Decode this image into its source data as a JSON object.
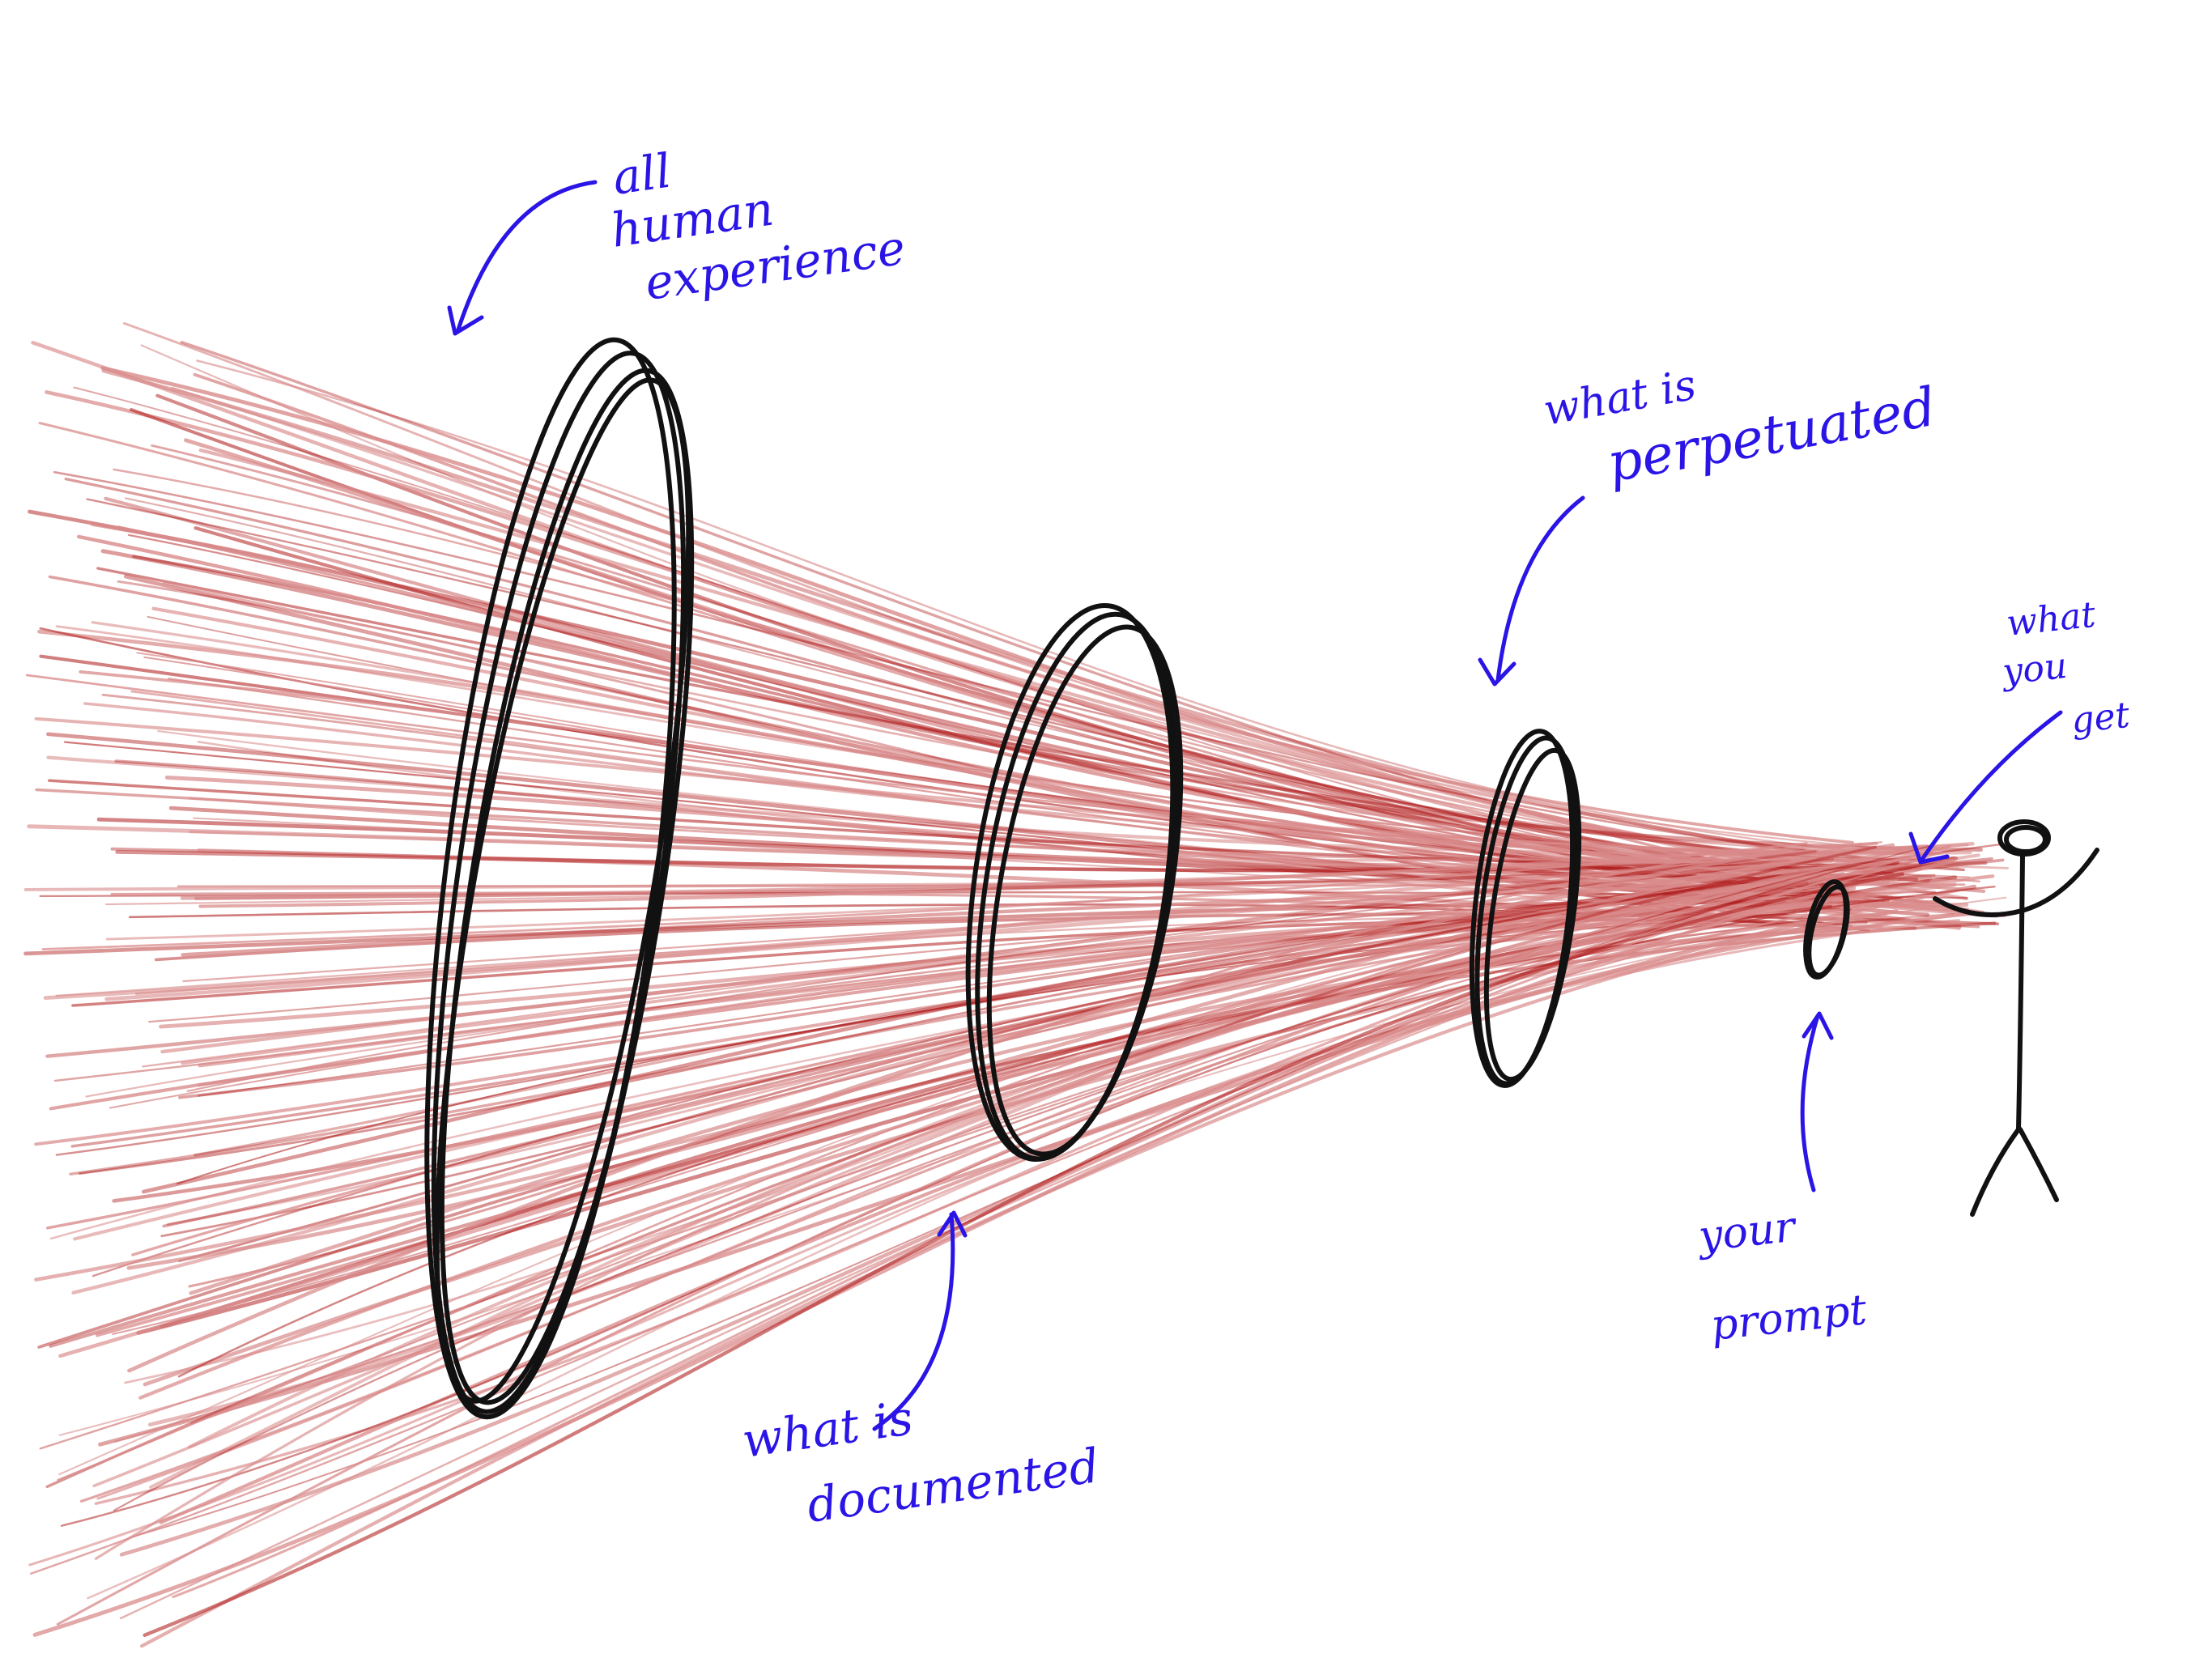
{
  "colors": {
    "background": "#ffffff",
    "beam": "#b11e1e",
    "beam_light": "#d98a8a",
    "ring": "#111111",
    "annotation": "#2a14e6",
    "figure": "#111111"
  },
  "labels": {
    "all_human_experience": {
      "line1": "all",
      "line2": "human",
      "line3": "experience"
    },
    "what_is_documented": {
      "line1": "what is",
      "line2": "documented"
    },
    "what_is_perpetuated": {
      "line1": "what is",
      "line2": "perpetuated"
    },
    "your_prompt": {
      "line1": "your",
      "line2": "prompt"
    },
    "what_you_get": {
      "line1": "what",
      "line2": "you",
      "line3": "get"
    }
  },
  "icons": [
    "arrow-icon",
    "stick-figure-icon"
  ]
}
